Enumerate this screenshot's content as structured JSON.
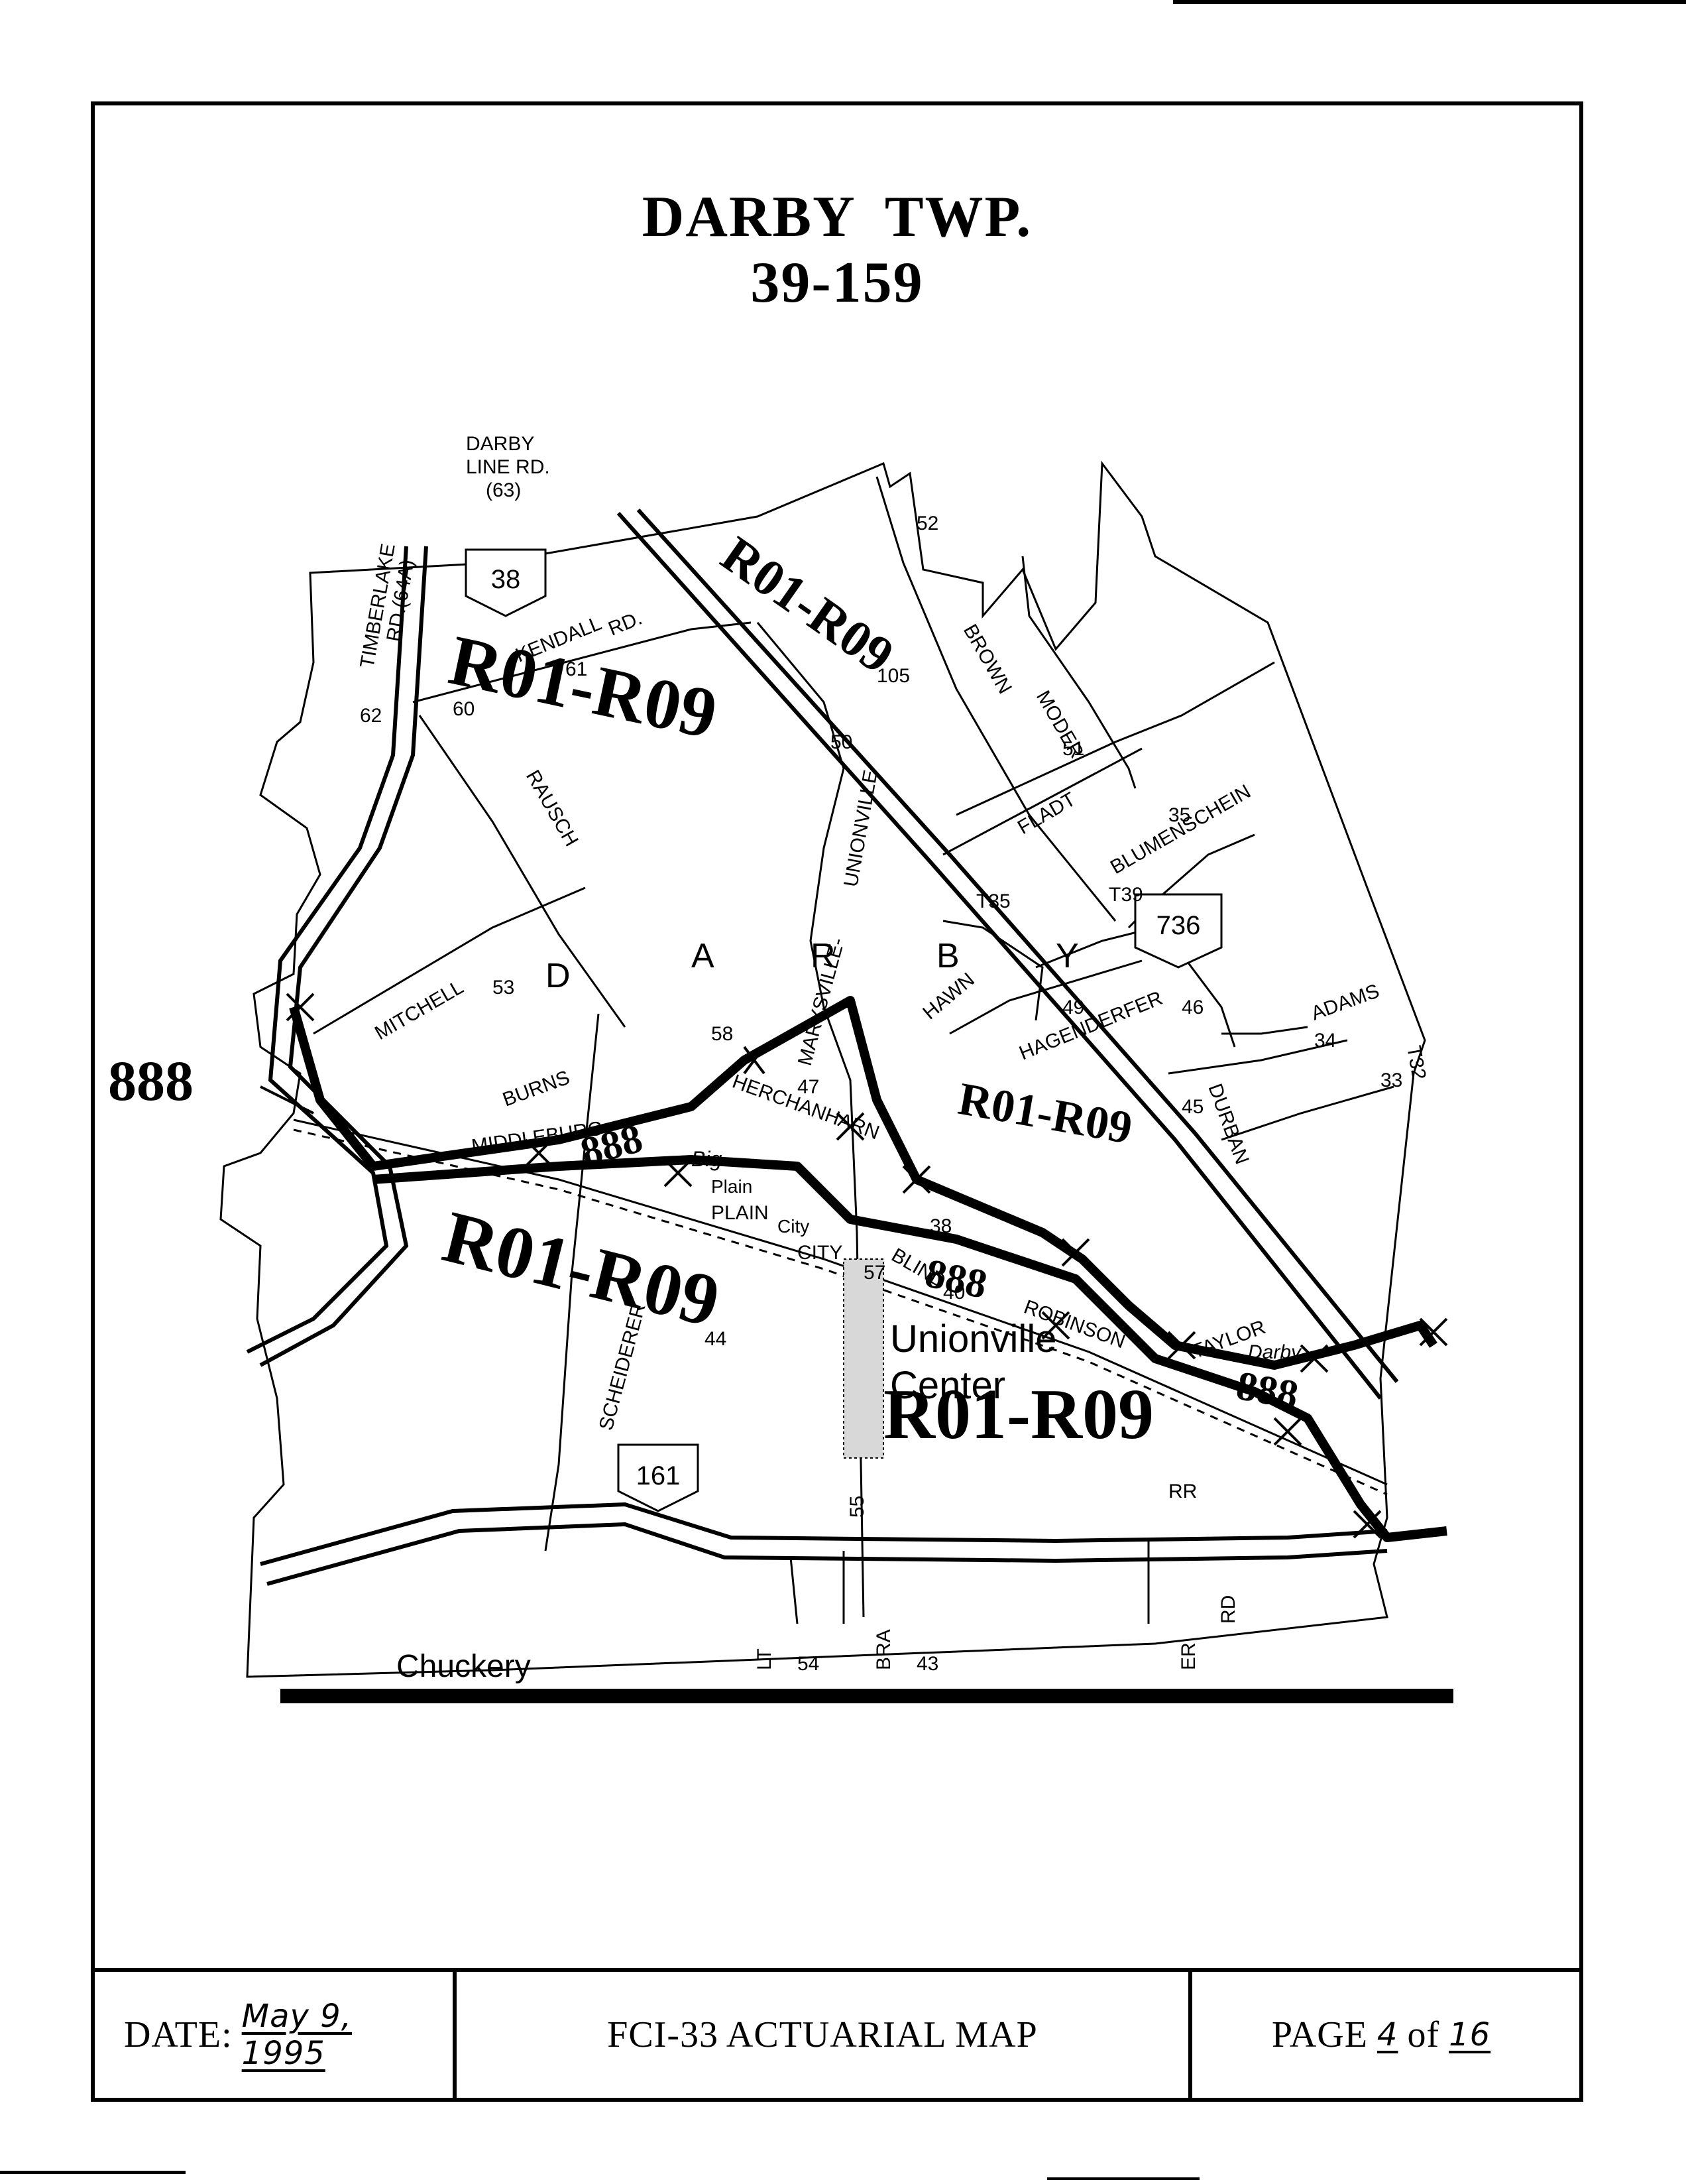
{
  "title": {
    "line1": "DARBY  TWP.",
    "line2": "39-159"
  },
  "footer": {
    "date_label": "DATE:",
    "date_value": "May 9, 1995",
    "map_name": "FCI-33 ACTUARIAL  MAP",
    "page_label": "PAGE",
    "page_number": "4",
    "page_of": "of",
    "page_total": "16"
  },
  "map": {
    "zones": {
      "primary": "R01-R09",
      "secondary": "888"
    },
    "township_letters": [
      "D",
      "A",
      "R",
      "B",
      "Y"
    ],
    "place_names": [
      "Unionville",
      "Center",
      "Chuckery",
      "Big",
      "Plain",
      "City",
      "Darby"
    ],
    "shields": [
      "38",
      "736",
      "161"
    ],
    "road_labels": [
      "DARBY",
      "LINE RD.",
      "(63)",
      "TIMBERLAKE",
      "RD.(64A)",
      "KENDALL",
      "RD.",
      "61",
      "62",
      "RAUSCH",
      "60",
      "MITCHELL",
      "53",
      "BURNS",
      "58",
      "MIDDLEBURG-",
      "PLAIN",
      "CITY",
      "HERCHANHARN",
      "MARYSVILLE-",
      "UNIONVILLE",
      "50",
      "105",
      "BROWN",
      "MODER",
      "51",
      "52",
      "FLADT",
      "35",
      "BLUMENSCHEIN",
      "T35",
      "T39",
      "HAWN",
      "49",
      "47",
      "HAGENDERFER",
      "46",
      "DURBAN",
      "45",
      "ADAMS",
      "34",
      "T32",
      "33",
      "ROBINSON",
      "40",
      "38",
      "BLIND",
      "57",
      "TAYLOR",
      "SCHEIDERER",
      "44",
      "55",
      "43",
      "54",
      "RR",
      "RD",
      "ER",
      "BRA",
      "LT"
    ]
  }
}
